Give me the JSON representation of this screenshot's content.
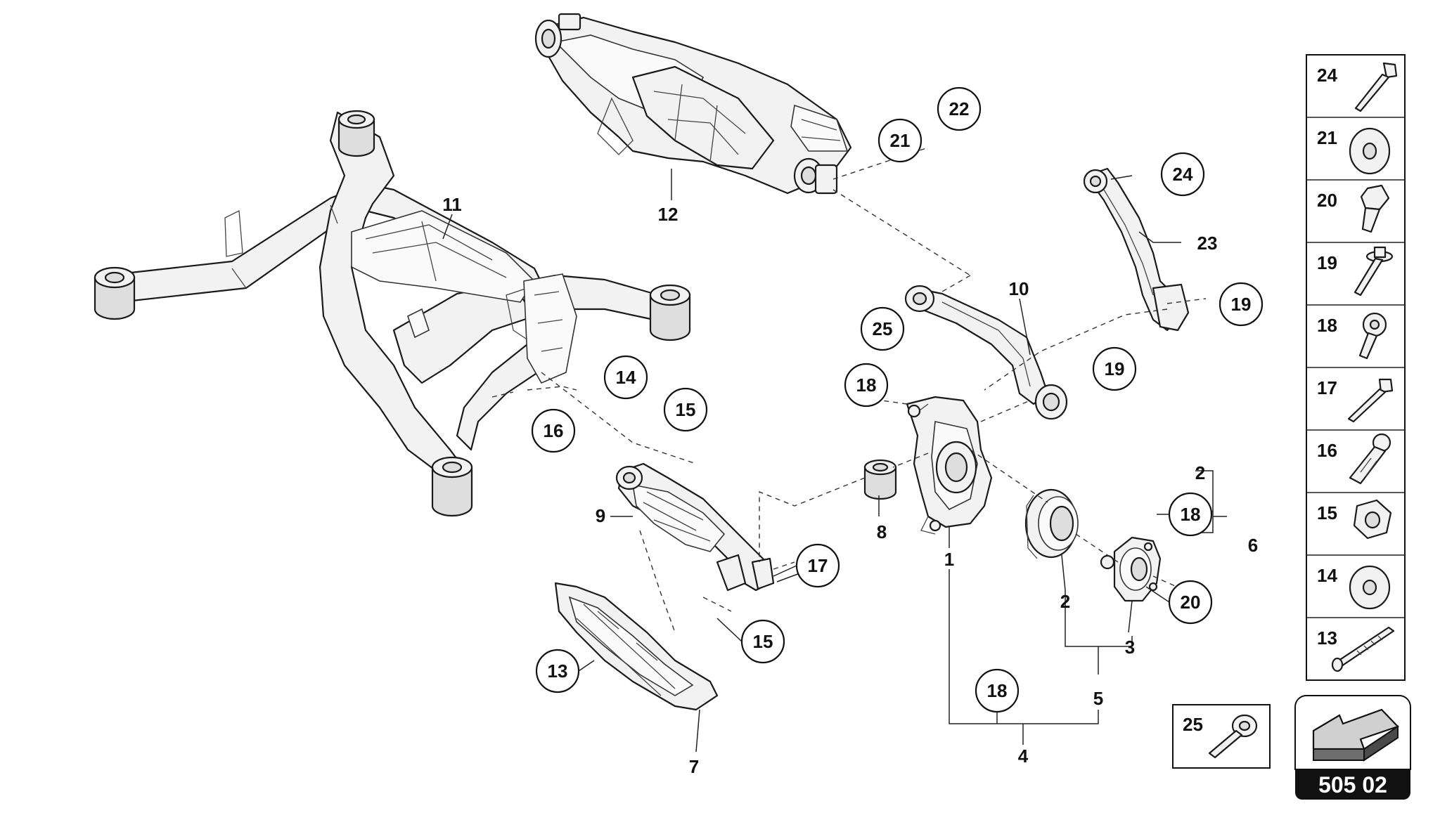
{
  "callouts": {
    "c22": "22",
    "c21": "21",
    "c24a": "24",
    "c23": "23",
    "c19a": "19",
    "c10": "10",
    "c25": "25",
    "c19b": "19",
    "c18a": "18",
    "c14": "14",
    "c15a": "15",
    "c16": "16",
    "c18b": "18",
    "c17": "17",
    "c15b": "15",
    "c20": "20",
    "c13": "13",
    "c18c": "18"
  },
  "labels": {
    "l11": "11",
    "l12": "12",
    "l9": "9",
    "l8": "8",
    "l1": "1",
    "l2a": "2",
    "l6": "6",
    "l2b": "2",
    "l3": "3",
    "l5": "5",
    "l4": "4",
    "l7": "7"
  },
  "legend": {
    "items": [
      {
        "number": "24",
        "icon": "long-flange-bolt-icon"
      },
      {
        "number": "21",
        "icon": "washer-icon"
      },
      {
        "number": "20",
        "icon": "hex-bolt-icon"
      },
      {
        "number": "19",
        "icon": "flange-bolt-icon"
      },
      {
        "number": "18",
        "icon": "socket-bolt-icon"
      },
      {
        "number": "17",
        "icon": "long-bolt-icon"
      },
      {
        "number": "16",
        "icon": "expansion-bolt-icon"
      },
      {
        "number": "15",
        "icon": "hex-nut-icon"
      },
      {
        "number": "14",
        "icon": "washer-icon"
      },
      {
        "number": "13",
        "icon": "threaded-stud-icon"
      }
    ],
    "extra": {
      "number": "25",
      "icon": "flange-bolt-icon"
    }
  },
  "reference": {
    "code": "505 02",
    "icon": "direction-arrow-icon"
  }
}
